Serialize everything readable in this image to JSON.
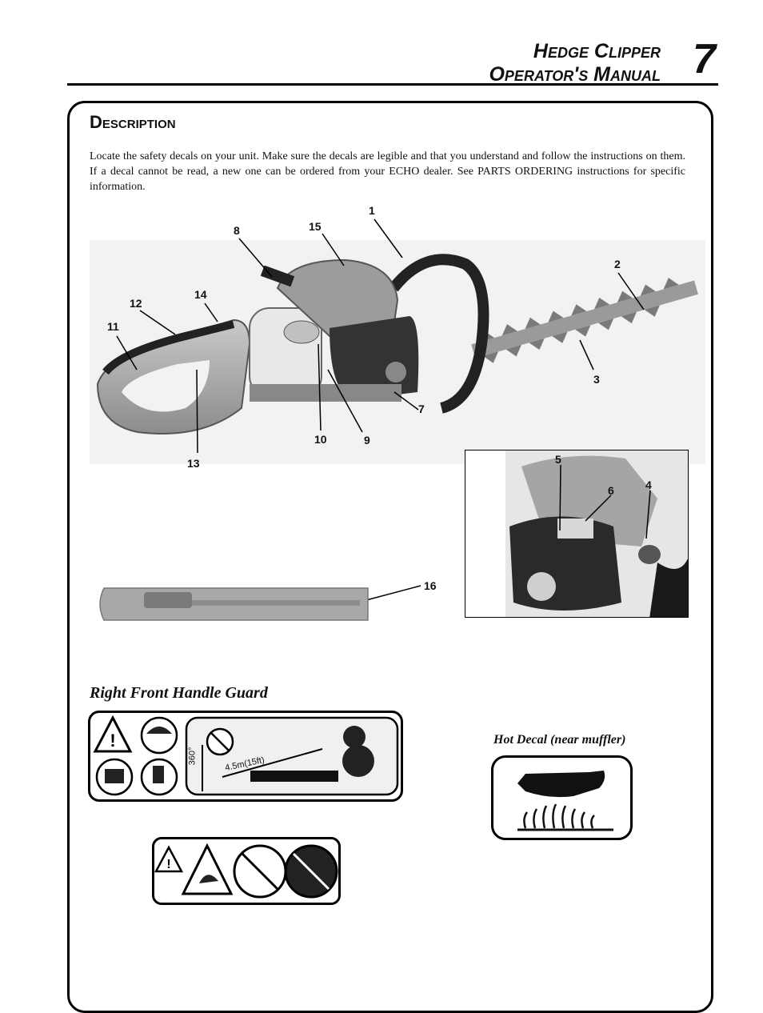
{
  "header": {
    "title_line1": "Hedge Clipper",
    "title_line2": "Operator's Manual",
    "page_number": "7"
  },
  "section": {
    "title": "Description",
    "intro": "Locate the safety decals on your unit.  Make sure the decals are legible and that you understand and follow the instructions on them.  If a decal cannot be read, a new one can be ordered from your ECHO dealer.  See PARTS ORDERING instructions for specific information."
  },
  "callouts": {
    "c1": "1",
    "c2": "2",
    "c3": "3",
    "c4": "4",
    "c5": "5",
    "c6": "6",
    "c7": "7",
    "c8": "8",
    "c9": "9",
    "c10": "10",
    "c11": "11",
    "c12": "12",
    "c13": "13",
    "c14": "14",
    "c15": "15",
    "c16": "16"
  },
  "decals": {
    "front_guard_caption": "Right Front Handle Guard",
    "hot_caption": "Hot Decal (near muffler)",
    "distance_text": "4.5m(15ft)",
    "angle_text": "360°"
  }
}
